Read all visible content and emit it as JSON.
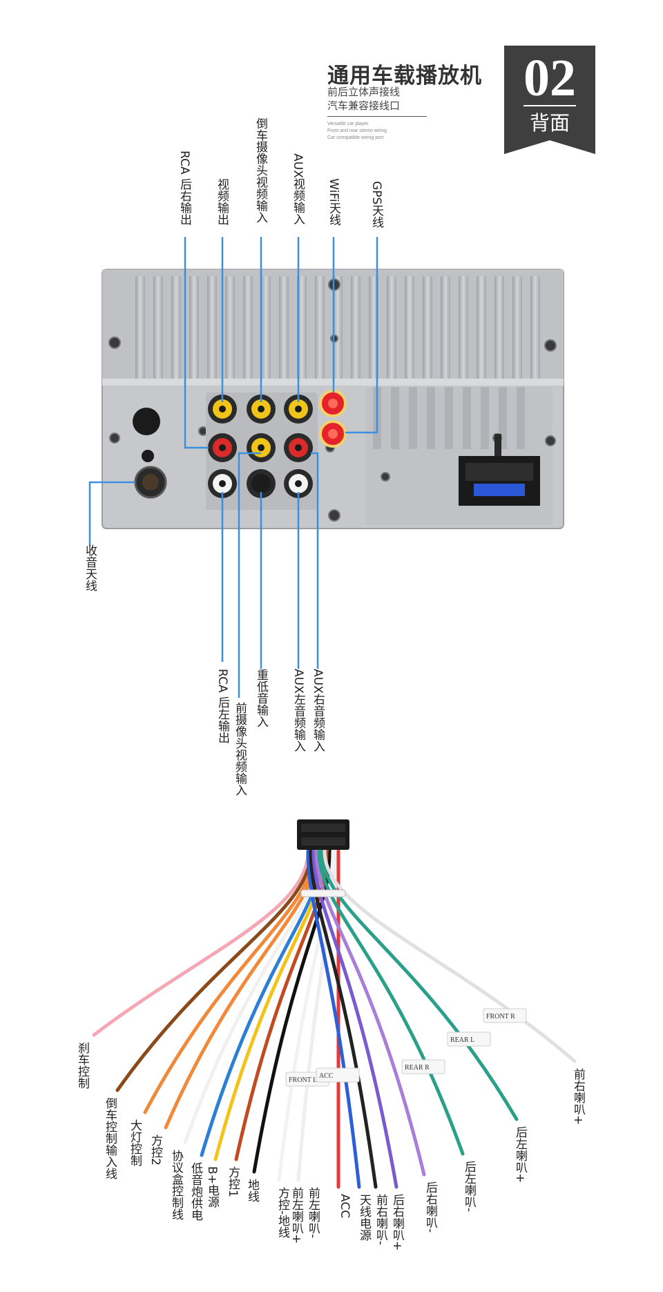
{
  "header": {
    "title": "通用车载播放机",
    "subtitle_1": "前后立体声接线",
    "subtitle_2": "汽车兼容接线口",
    "english_lines": [
      "Versatile car player",
      "Front and rear stereo wiring",
      "Car compatible wiring port"
    ]
  },
  "badge": {
    "number": "02",
    "label": "背面"
  },
  "colors": {
    "badge_bg": "#3f3f3f",
    "leader_line": "#3b8fe0",
    "panel": "#c8cacd",
    "rca_yellow": "#f0c419",
    "rca_red": "#d92b2b",
    "rca_white": "#f4f4f4",
    "antenna_red": "#e5212a"
  },
  "back_panel_labels": {
    "top": [
      "RCA 后右输出",
      "视频输出",
      "倒车摄像头视频输入",
      "AUX视频输入",
      "WiFi天线",
      "GPS天线"
    ],
    "left": [
      "收音天线"
    ],
    "bottom": [
      "RCA 后左输出",
      "前摄像头视频输入",
      "重低音输入",
      "AUX左音频输入",
      "AUX右音频输入"
    ]
  },
  "harness_labels": [
    "刹车控制",
    "倒车控制输入线",
    "大灯控制",
    "方控2",
    "协议盒控制线",
    "低音炮供电",
    "B+电源",
    "方控1",
    "地线",
    "方控-地线",
    "前左喇叭+",
    "前左喇叭-",
    "ACC",
    "天线电源",
    "前右喇叭-",
    "后右喇叭+",
    "后右喇叭-",
    "后左喇叭-",
    "后左喇叭+",
    "前右喇叭+"
  ],
  "wire_tags": [
    "FRONT LG",
    "ACC",
    "REAR R",
    "REAR L",
    "FRONT R"
  ]
}
